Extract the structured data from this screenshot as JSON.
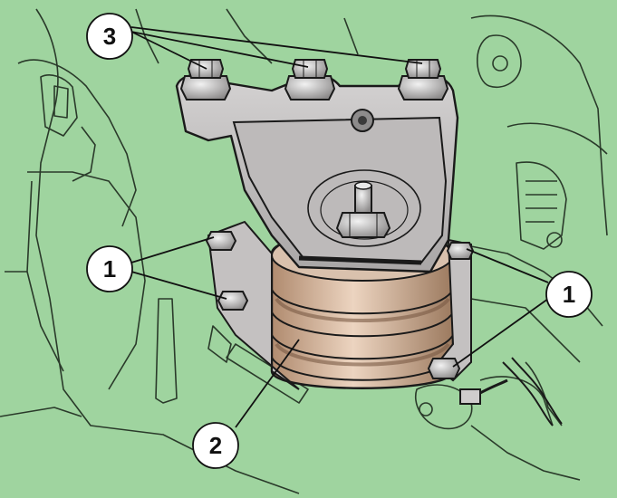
{
  "colors": {
    "background": "#9fd49f",
    "line": "#1a1a1a",
    "bracket": "#b9b6b6",
    "mount_body": "#c9a98e",
    "bolt": "#cfcccc"
  },
  "callouts": [
    {
      "id": "mounting-bolts",
      "label": "3"
    },
    {
      "id": "mount-flange-bolts-left",
      "label": "1"
    },
    {
      "id": "mount-flange-bolts-right",
      "label": "1"
    },
    {
      "id": "engine-mount",
      "label": "2"
    }
  ]
}
